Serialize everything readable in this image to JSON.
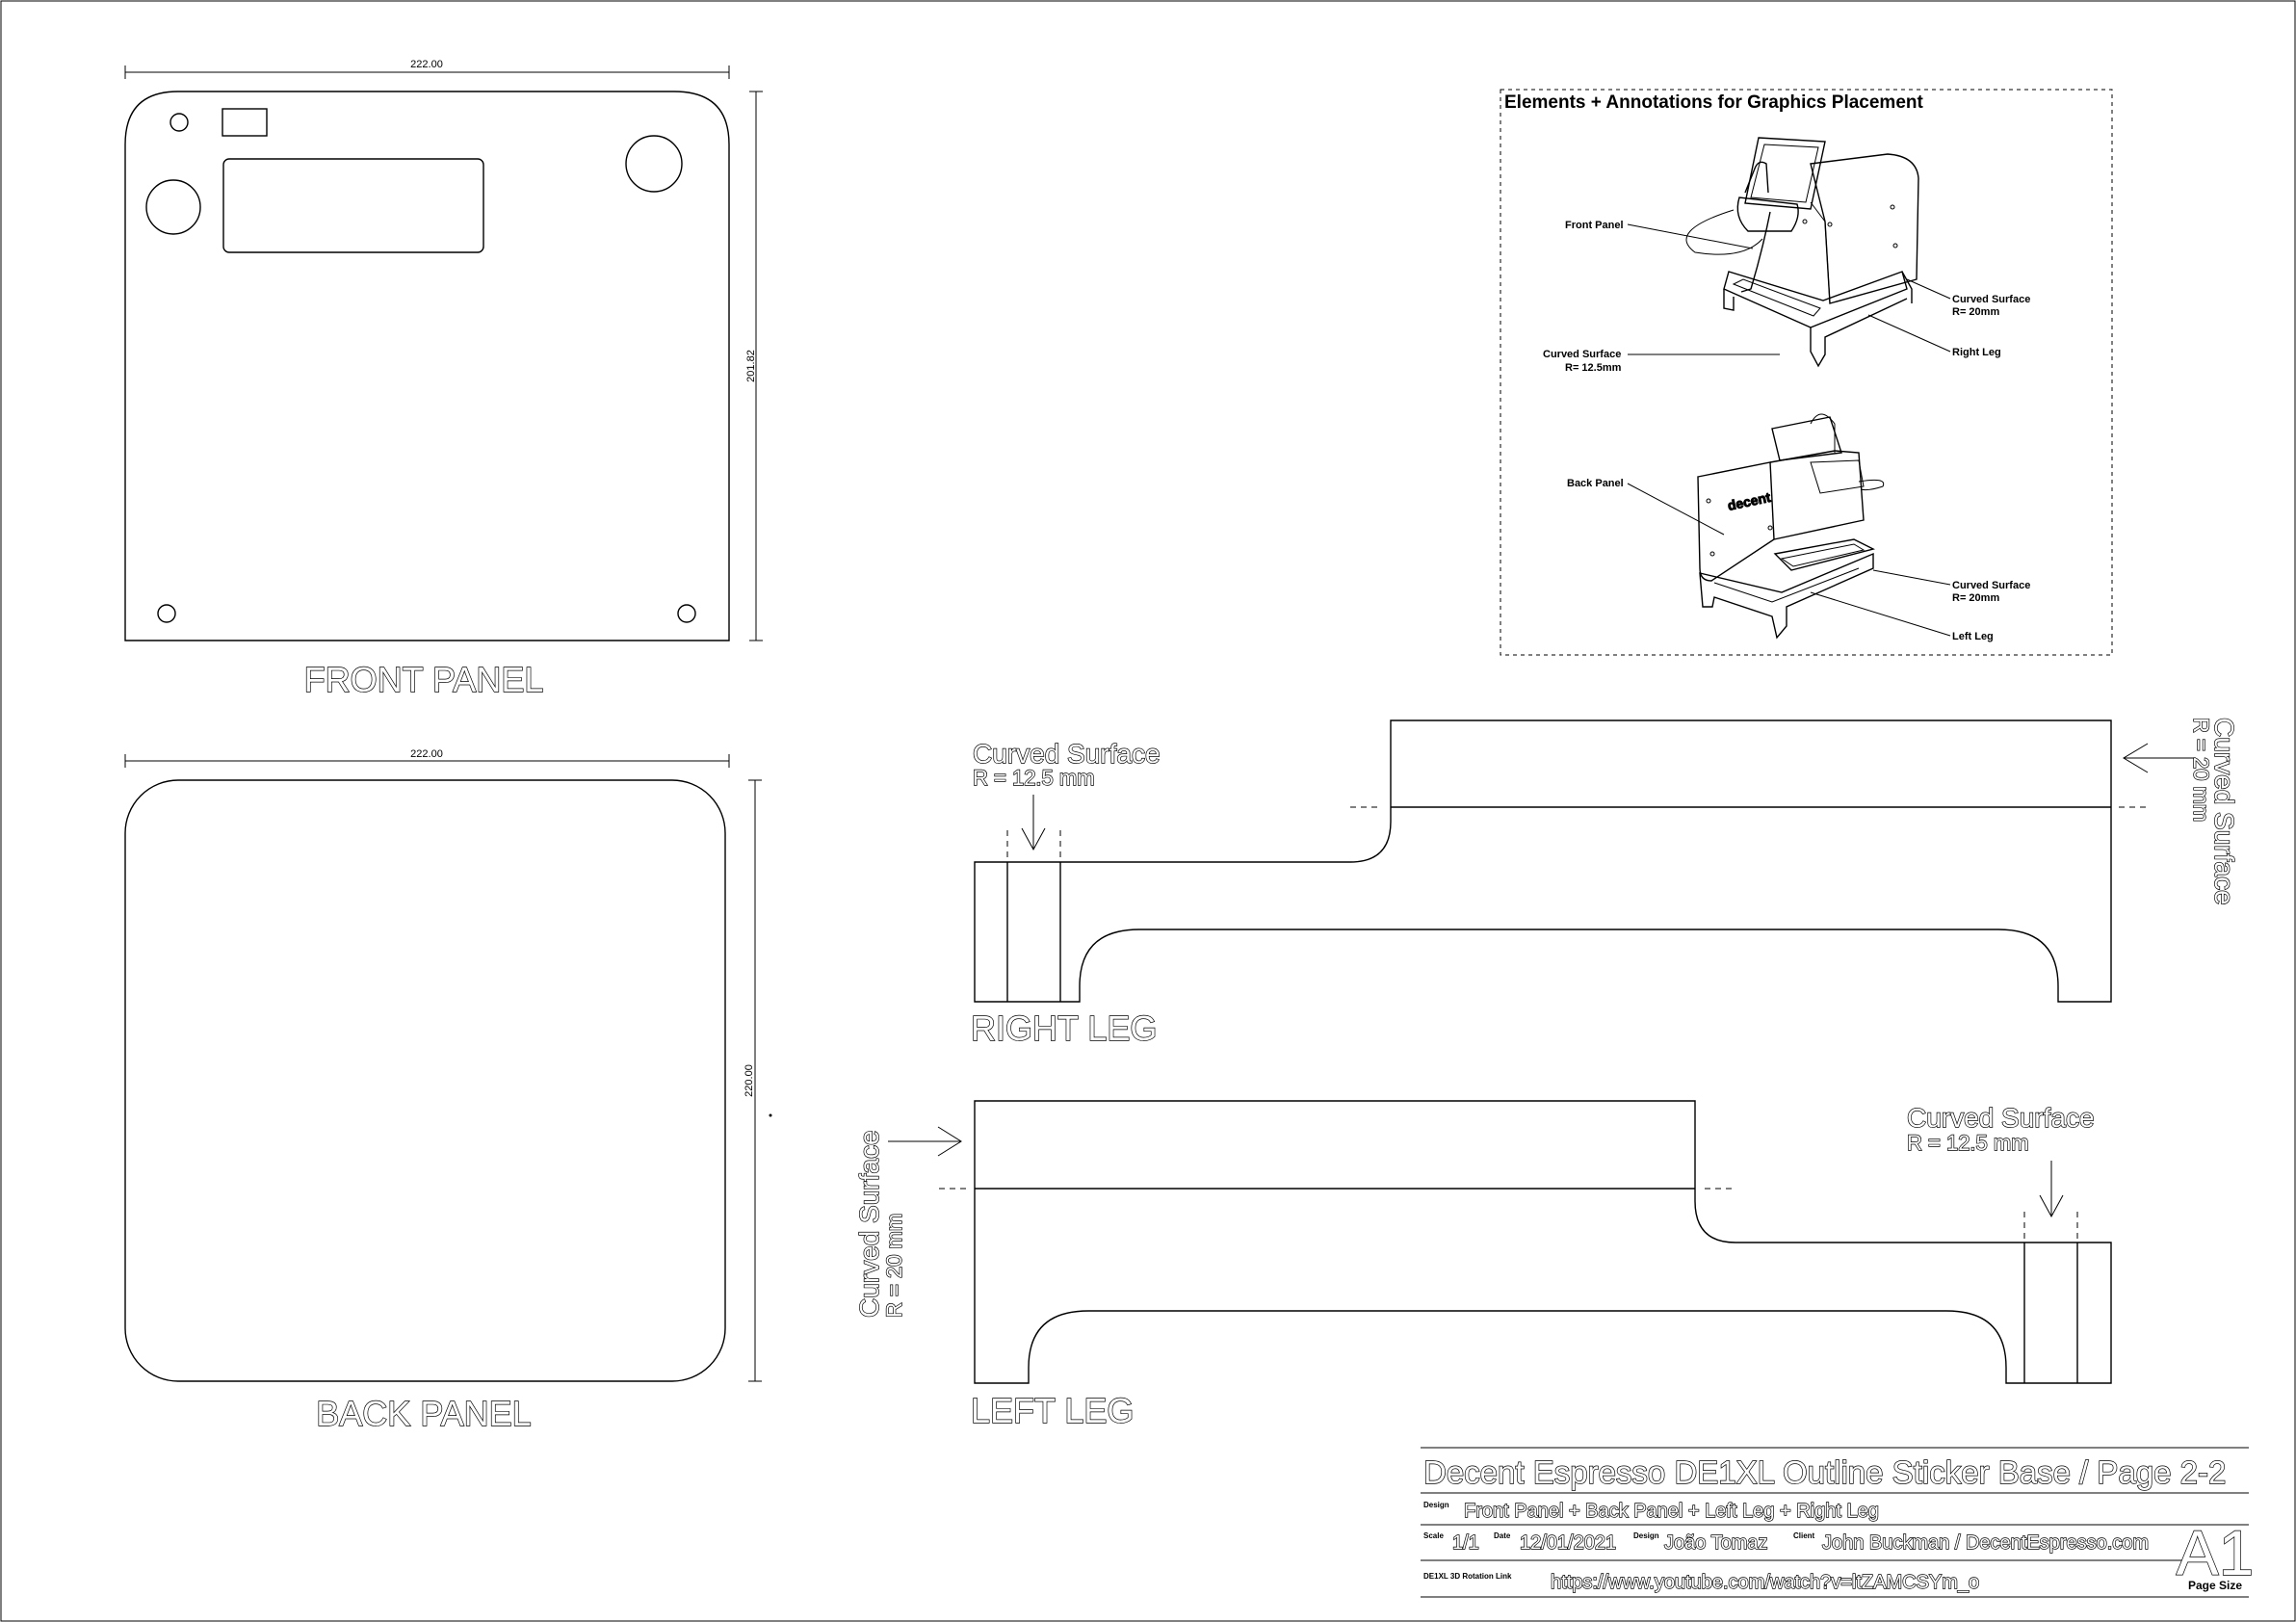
{
  "front_panel": {
    "title": "FRONT PANEL",
    "dim_width": "222.00",
    "dim_height": "201.82"
  },
  "back_panel": {
    "title": "BACK PANEL",
    "dim_width": "222.00",
    "dim_height": "220.00"
  },
  "right_leg": {
    "title": "RIGHT LEG",
    "callout_left": {
      "line1": "Curved Surface",
      "line2": "R = 12.5  mm"
    },
    "callout_right": {
      "line1": "Curved Surface",
      "line2": "R = 20 mm"
    }
  },
  "left_leg": {
    "title": "LEFT LEG",
    "callout_left": {
      "line1": "Curved Surface",
      "line2": "R = 20 mm"
    },
    "callout_right": {
      "line1": "Curved Surface",
      "line2": "R = 12.5  mm"
    }
  },
  "inset": {
    "title": "Elements + Annotations for Graphics Placement",
    "top_labels": {
      "front_panel": "Front Panel",
      "curved_surface_20": "Curved Surface",
      "curved_surface_20_r": "R= 20mm",
      "right_leg": "Right Leg",
      "curved_surface_125": "Curved Surface",
      "curved_surface_125_r": "R= 12.5mm"
    },
    "bottom_labels": {
      "back_panel": "Back Panel",
      "curved_surface": "Curved Surface",
      "curved_surface_r": "R= 20mm",
      "left_leg": "Left Leg"
    },
    "brand_mark": "decent"
  },
  "title_block": {
    "title": "Decent Espresso DE1XL Outline Sticker Base / Page 2-2",
    "design_label": "Design",
    "design_value": "Front Panel + Back Panel + Left Leg + Right Leg",
    "scale_label": "Scale",
    "scale_value": "1/1",
    "date_label": "Date",
    "date_value": "12/01/2021",
    "designer_label": "Design",
    "designer_value": "João Tomaz",
    "client_label": "Client",
    "client_value": "John Buckman / DecentEspresso.com",
    "link_label": "DE1XL 3D Rotation Link",
    "link_value": "https://www.youtube.com/watch?v=ltZAMCSYm_o",
    "page_size": "A1",
    "page_size_label": "Page Size"
  }
}
